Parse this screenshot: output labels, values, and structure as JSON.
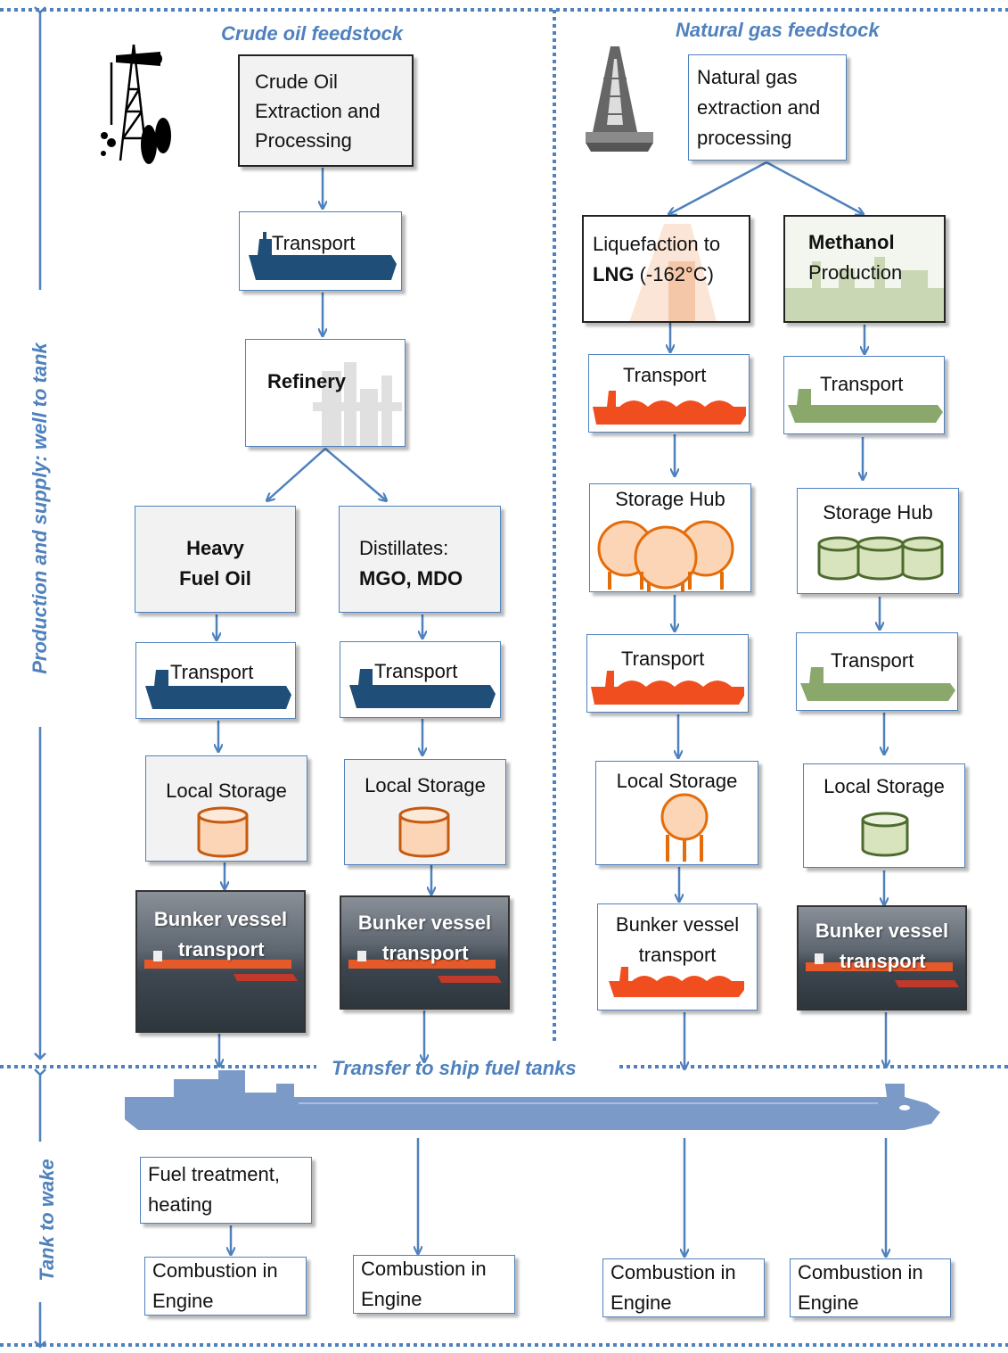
{
  "headers": {
    "crude": "Crude oil feedstock",
    "gas": "Natural gas feedstock",
    "transfer": "Transfer to ship fuel tanks"
  },
  "side_labels": {
    "production": "Production and supply:  well to tank",
    "tank": "Tank to wake"
  },
  "crude": {
    "extraction": "Crude Oil Extraction and Processing",
    "transport": "Transport",
    "refinery": "Refinery",
    "hfo_line1": "Heavy",
    "hfo_line2": "Fuel Oil",
    "distillates_line1": "Distillates:",
    "distillates_line2": "MGO, MDO",
    "hfo_transport": "Transport",
    "dist_transport": "Transport",
    "hfo_storage": "Local Storage",
    "dist_storage": "Local Storage",
    "hfo_bunker_1": "Bunker vessel",
    "hfo_bunker_2": "transport",
    "dist_bunker_1": "Bunker vessel",
    "dist_bunker_2": "transport"
  },
  "gas": {
    "extraction_1": "Natural gas",
    "extraction_2": "extraction and",
    "extraction_3": "processing",
    "lng_1": "Liquefaction to",
    "lng_2_bold": "LNG",
    "lng_2_rest": " (-162°C)",
    "meth_1": "Methanol",
    "meth_2": "Production",
    "lng_transport": "Transport",
    "meth_transport": "Transport",
    "lng_hub": "Storage Hub",
    "meth_hub": "Storage Hub",
    "lng_transport2": "Transport",
    "meth_transport2": "Transport",
    "lng_storage": "Local Storage",
    "meth_storage": "Local Storage",
    "lng_bunker_1": "Bunker vessel",
    "lng_bunker_2": "transport",
    "meth_bunker_1": "Bunker vessel",
    "meth_bunker_2": "transport"
  },
  "wake": {
    "treatment_1": "Fuel treatment,",
    "treatment_2": "heating",
    "combustion_1": "Combustion in",
    "combustion_2": "Engine"
  },
  "colors": {
    "accent": "#4f81bd",
    "ship_navy": "#1f4e79",
    "lng_orange": "#f04e1e",
    "methanol_green": "#8aa86c",
    "box_grey": "#f2f2f2"
  }
}
